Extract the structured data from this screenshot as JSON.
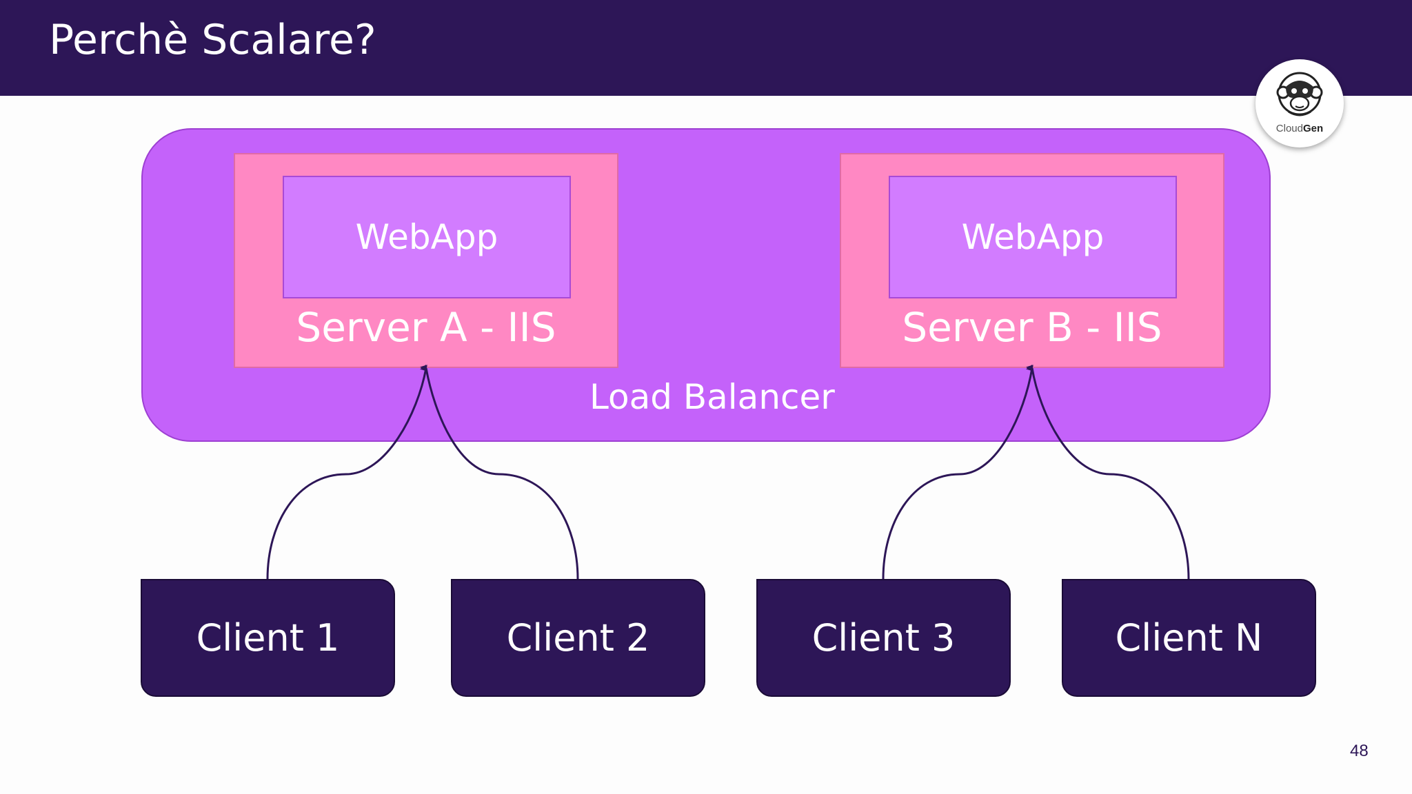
{
  "slide": {
    "title": "Perchè Scalare?",
    "page_number": "48"
  },
  "logo": {
    "icon": "monkey-icon",
    "brand_light": "Cloud",
    "brand_bold": "Gen"
  },
  "diagram": {
    "load_balancer": "Load Balancer",
    "servers": [
      {
        "app": "WebApp",
        "label": "Server A - IIS"
      },
      {
        "app": "WebApp",
        "label": "Server B - IIS"
      }
    ],
    "clients": [
      "Client 1",
      "Client 2",
      "Client 3",
      "Client N"
    ]
  },
  "colors": {
    "header": "#2d1657",
    "load_balancer": "#c462fa",
    "server": "#ff88c3",
    "webapp": "#d27cff",
    "client": "#2d1657"
  }
}
